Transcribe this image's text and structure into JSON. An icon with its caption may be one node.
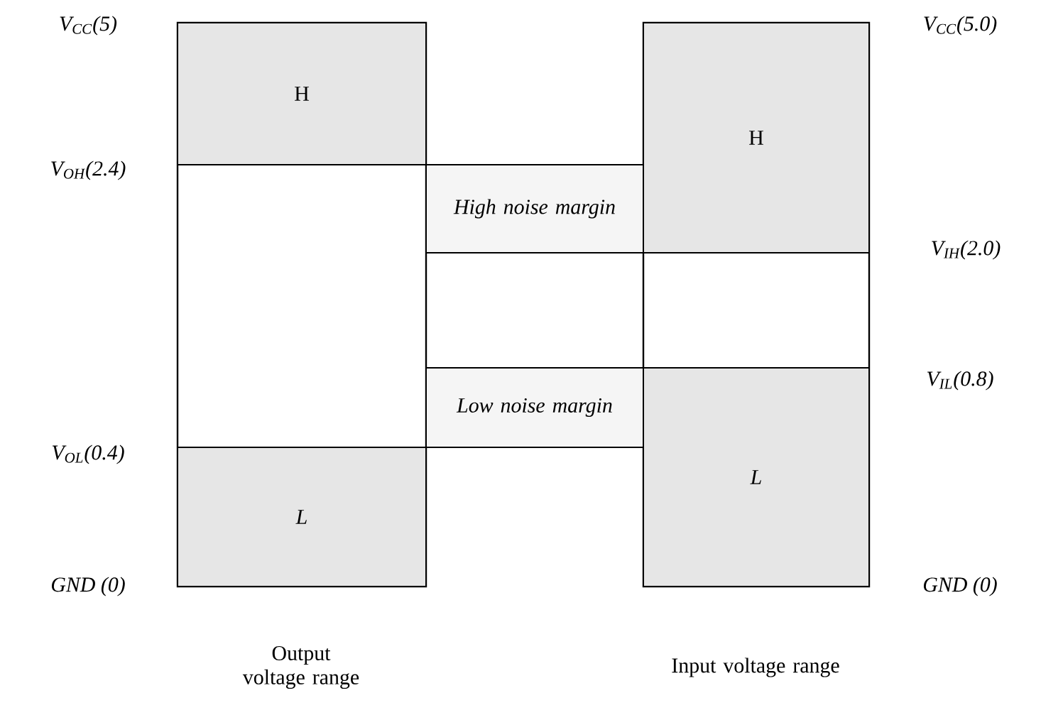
{
  "diagram": {
    "nodes": [
      {
        "text": [
          "H"
        ]
      },
      {
        "text": [
          "L"
        ]
      },
      {
        "text": [
          "High noise margin"
        ]
      },
      {
        "text": [
          "Low noise margin"
        ]
      },
      {
        "text": [
          "H"
        ]
      },
      {
        "text": [
          "L"
        ]
      }
    ],
    "labels": [
      "V$_{CC}$(5)",
      "V$_{CC}$(5.0)",
      "V$_{OH}$(2.4)",
      "V$_{IH}$(2.0)",
      "V$_{IL}$(0.8)",
      "V$_{OL}$(0.4)",
      "GND (0)",
      "GND (0)",
      "Output voltage range",
      "Input voltage range"
    ]
  }
}
